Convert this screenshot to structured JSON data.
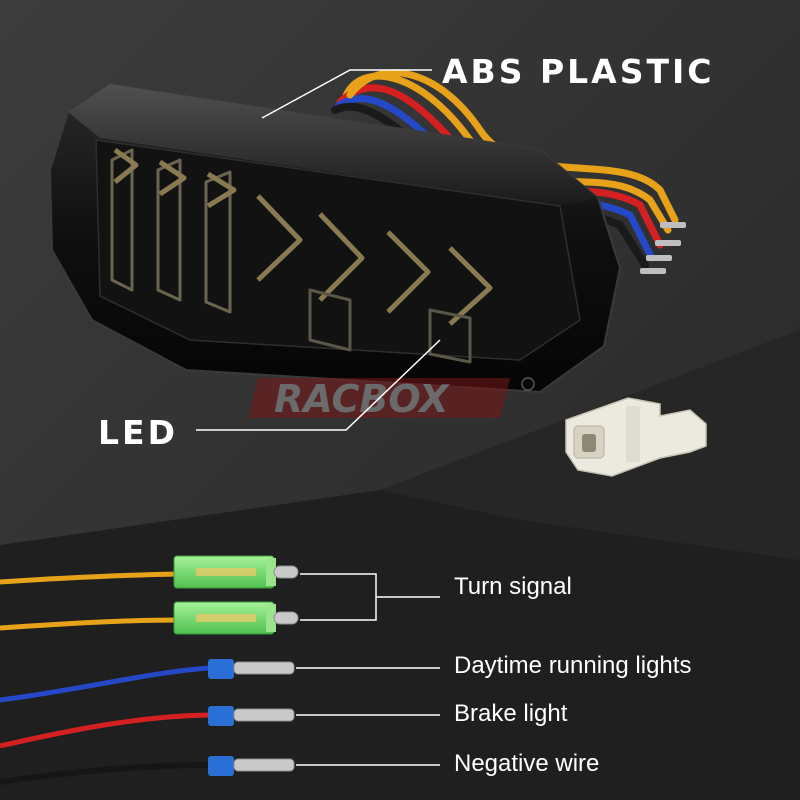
{
  "callouts": {
    "material": "ABS PLASTIC",
    "light_source": "LED"
  },
  "watermark": "RACBOX",
  "wires": [
    {
      "label": "Turn signal",
      "color": "#e8a21a"
    },
    {
      "label": "Daytime running lights",
      "color": "#2448c8"
    },
    {
      "label": "Brake light",
      "color": "#d42020"
    },
    {
      "label": "Negative wire",
      "color": "#1a1a1a"
    }
  ],
  "colors": {
    "background": "#2e2e2e",
    "housing": "#151515",
    "text": "#ffffff",
    "connector_green": "#7ee07a",
    "connector_blue": "#2a6fd6"
  }
}
